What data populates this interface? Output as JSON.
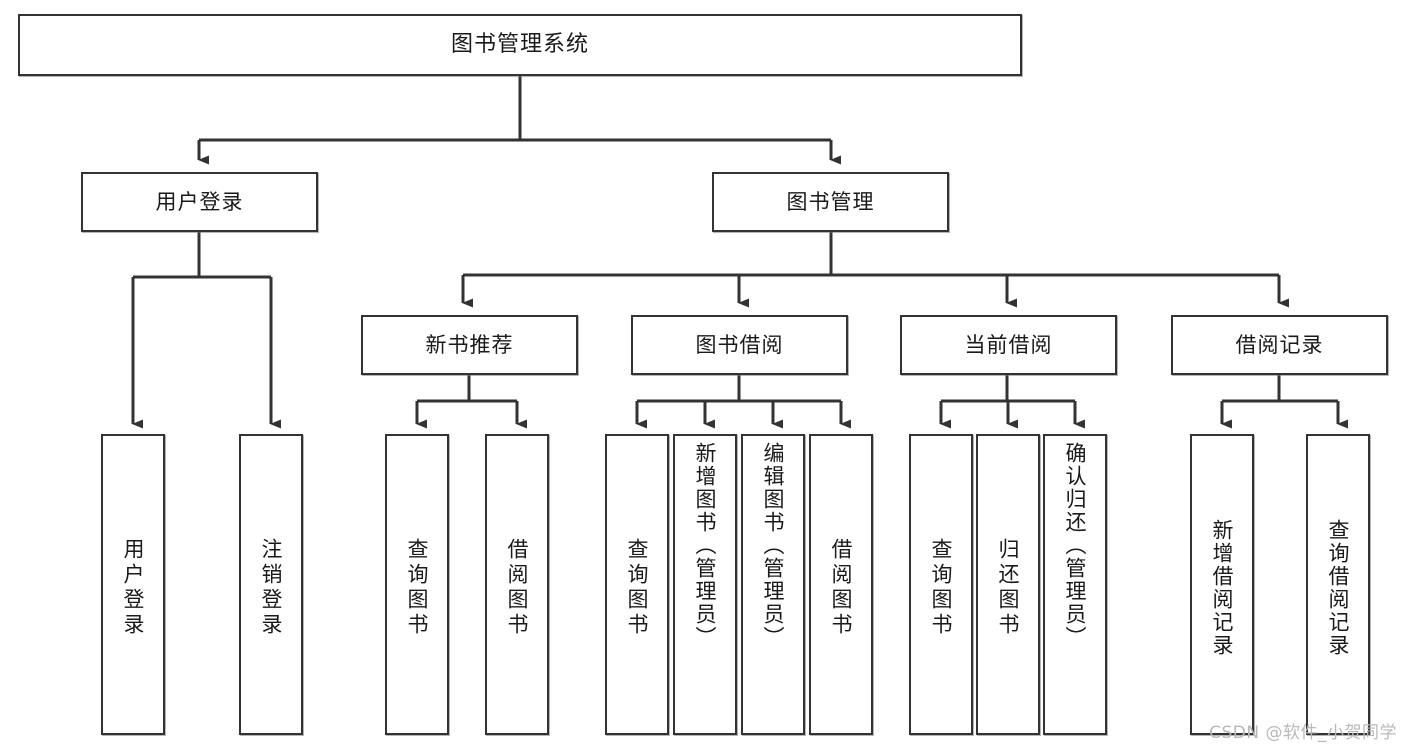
{
  "diagram": {
    "title": "图书管理系统",
    "type": "tree-hierarchy",
    "watermark": "CSDN @软件_小贺同学",
    "colors": {
      "node_border": "#333333",
      "node_fill": "#ffffff",
      "edge": "#333333",
      "text": "#1a1a1a",
      "watermark": "#b9b9b9",
      "background": "#ffffff"
    },
    "levels": {
      "root": {
        "label": "图书管理系统"
      },
      "level1": [
        {
          "id": "user-login",
          "label": "用户登录"
        },
        {
          "id": "book-manage",
          "label": "图书管理"
        }
      ],
      "level2": [
        {
          "id": "new-book-recommend",
          "label": "新书推荐",
          "parent": "book-manage"
        },
        {
          "id": "book-borrow",
          "label": "图书借阅",
          "parent": "book-manage"
        },
        {
          "id": "current-borrow",
          "label": "当前借阅",
          "parent": "book-manage"
        },
        {
          "id": "borrow-record",
          "label": "借阅记录",
          "parent": "book-manage"
        }
      ],
      "leaves": [
        {
          "id": "leaf-user-login",
          "label": "用户登录",
          "parent": "user-login"
        },
        {
          "id": "leaf-user-logout",
          "label": "注销登录",
          "parent": "user-login"
        },
        {
          "id": "leaf-query-book-1",
          "label": "查询图书",
          "parent": "new-book-recommend"
        },
        {
          "id": "leaf-borrow-book-1",
          "label": "借阅图书",
          "parent": "new-book-recommend"
        },
        {
          "id": "leaf-query-book-2",
          "label": "查询图书",
          "parent": "book-borrow"
        },
        {
          "id": "leaf-add-book",
          "label": "新增图书（管理员）",
          "parent": "book-borrow"
        },
        {
          "id": "leaf-edit-book",
          "label": "编辑图书（管理员）",
          "parent": "book-borrow"
        },
        {
          "id": "leaf-borrow-book-2",
          "label": "借阅图书",
          "parent": "book-borrow"
        },
        {
          "id": "leaf-query-book-3",
          "label": "查询图书",
          "parent": "current-borrow"
        },
        {
          "id": "leaf-return-book",
          "label": "归还图书",
          "parent": "current-borrow"
        },
        {
          "id": "leaf-confirm-return",
          "label": "确认归还（管理员）",
          "parent": "current-borrow"
        },
        {
          "id": "leaf-add-record",
          "label": "新增借阅记录",
          "parent": "borrow-record"
        },
        {
          "id": "leaf-query-record",
          "label": "查询借阅记录",
          "parent": "borrow-record"
        }
      ]
    }
  }
}
